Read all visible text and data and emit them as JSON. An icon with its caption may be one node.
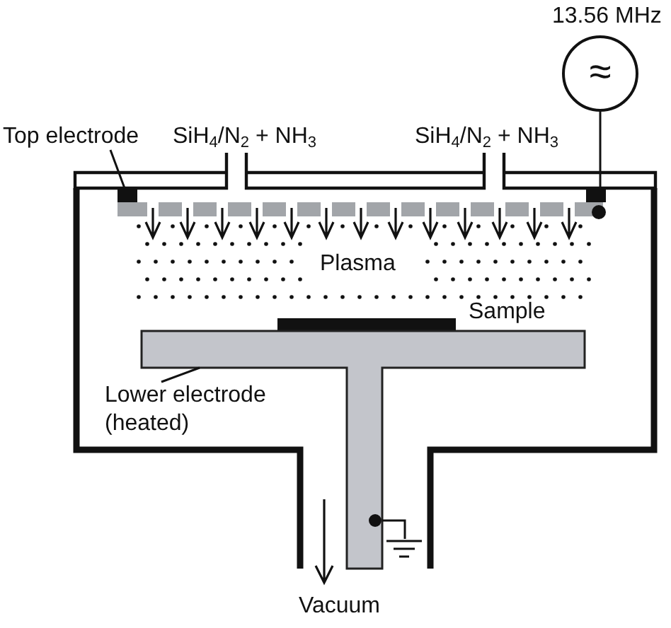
{
  "diagram": {
    "nodes": [
      {
        "text": [
          "≈"
        ],
        "beside": [
          "13.56 MHz"
        ]
      },
      {
        "text": [
          "Top electrode"
        ]
      },
      {
        "text": [],
        "shape": "bar"
      },
      {
        "text": [],
        "shape": "box"
      },
      {
        "text": [
          "Lower electrode (heated)"
        ]
      },
      {
        "text": [],
        "shape": "ground"
      }
    ],
    "edges": [
      {
        "from": 1,
        "to": 2,
        "arrow": "none"
      },
      {
        "from": 0,
        "to": 2,
        "arrow": "none"
      },
      {
        "from": 4,
        "to": 3,
        "arrow": "none"
      },
      {
        "from": 3,
        "to": 5,
        "arrow": "none"
      }
    ],
    "labels": [
      "SiH$_{4}$/N$_{2}$ + NH$_{3}$",
      "SiH$_{4}$/N$_{2}$ + NH$_{3}$",
      "Plasma",
      "Sample",
      "Vacuum"
    ]
  }
}
